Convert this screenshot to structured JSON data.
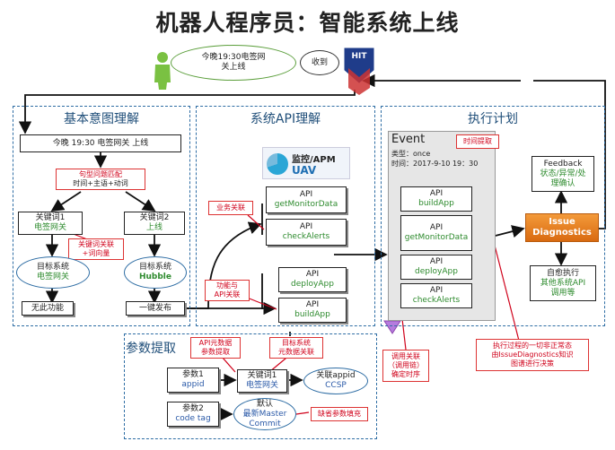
{
  "title": "机器人程序员：智能系统上线",
  "top": {
    "speech": [
      "今晚19:30电签网",
      "关上线"
    ],
    "received": "收到",
    "logo": "HIT"
  },
  "panels": {
    "intent": "基本意图理解",
    "api": "系统API理解",
    "exec": "执行计划",
    "params": "参数提取"
  },
  "intent": {
    "sentence": "今晚  19:30  电签网关  上线",
    "match_title": "句型问题匹配",
    "match_sub": "时间+主语+动词",
    "kw1": [
      "关键词1",
      "电签网关"
    ],
    "kw2": [
      "关键词2",
      "上线"
    ],
    "kw_note": [
      "关键词关联",
      "+词向量"
    ],
    "target1": [
      "目标系统",
      "电签网关"
    ],
    "target2": [
      "目标系统",
      "Hubble"
    ],
    "nofunc": "无此功能",
    "deploy": "一键发布"
  },
  "api": {
    "monitor_title": "监控/APM",
    "uav": "UAV",
    "biz_note": "业务关联",
    "func_note": [
      "功能与",
      "API关联"
    ],
    "apis": [
      {
        "label": "API",
        "name": "getMonitorData"
      },
      {
        "label": "API",
        "name": "checkAlerts"
      },
      {
        "label": "API",
        "name": "deployApp"
      },
      {
        "label": "API",
        "name": "buildApp"
      }
    ]
  },
  "exec": {
    "event_title": "Event",
    "event_type": "类型：once",
    "event_time": "时间：2017-9-10 19：30",
    "time_note": "时间提取",
    "apis": [
      {
        "label": "API",
        "name": "buildApp"
      },
      {
        "label": "API",
        "name": "getMonitorData"
      },
      {
        "label": "API",
        "name": "deployApp"
      },
      {
        "label": "API",
        "name": "checkAlerts"
      }
    ],
    "feedback": [
      "Feedback",
      "状态/异常/处",
      "理确认"
    ],
    "issue": [
      "Issue",
      "Diagnostics"
    ],
    "auto": [
      "自愈执行",
      "其他系统API",
      "调用等"
    ],
    "chain_note": [
      "调用关联",
      "（调用链）",
      "确定时序"
    ],
    "kg_note": [
      "执行过程的一切非正常态",
      "由IssueDiagnostics知识",
      "图谱进行决策"
    ]
  },
  "params": {
    "meta_note1": [
      "API元数据",
      "参数提取"
    ],
    "meta_note2": [
      "目标系统",
      "元数据关联"
    ],
    "p1": [
      "参数1",
      "appid"
    ],
    "kw": [
      "关键词1",
      "电签网关"
    ],
    "assoc": [
      "关联appid",
      "CCSP"
    ],
    "p2": [
      "参数2",
      "code tag"
    ],
    "default": [
      "默认",
      "最新Master",
      "Commit"
    ],
    "default_note": "缺省参数填充"
  },
  "colors": {
    "panel": "#2e6da4",
    "note": "#d0021b",
    "issue": "#e87a1e",
    "exec_bar": "#9b59d0"
  }
}
